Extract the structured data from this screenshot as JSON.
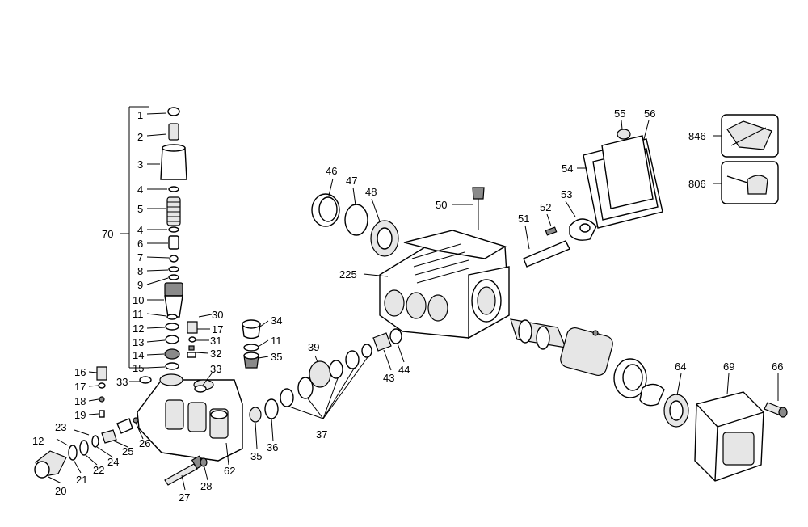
{
  "labels": {
    "l1": "1",
    "l2": "2",
    "l3": "3",
    "l4a": "4",
    "l5": "5",
    "l4b": "4",
    "l6": "6",
    "l7": "7",
    "l8": "8",
    "l9": "9",
    "l10": "10",
    "l11a": "11",
    "l12a": "12",
    "l13": "13",
    "l14": "14",
    "l15": "15",
    "l70": "70",
    "l30": "30",
    "l17a": "17",
    "l31": "31",
    "l32": "32",
    "l33a": "33",
    "l33b": "33",
    "l34": "34",
    "l11b": "11",
    "l35a": "35",
    "l16": "16",
    "l17b": "17",
    "l18": "18",
    "l19": "19",
    "l23": "23",
    "l12b": "12",
    "l20": "20",
    "l21": "21",
    "l22": "22",
    "l24": "24",
    "l25": "25",
    "l26": "26",
    "l27": "27",
    "l28": "28",
    "l62": "62",
    "l35b": "35",
    "l36": "36",
    "l37": "37",
    "l39": "39",
    "l43": "43",
    "l44": "44",
    "l46": "46",
    "l47": "47",
    "l48": "48",
    "l50": "50",
    "l225": "225",
    "l51": "51",
    "l52": "52",
    "l53": "53",
    "l54": "54",
    "l55": "55",
    "l56": "56",
    "l846": "846",
    "l806": "806",
    "l64": "64",
    "l69": "69",
    "l66": "66"
  }
}
